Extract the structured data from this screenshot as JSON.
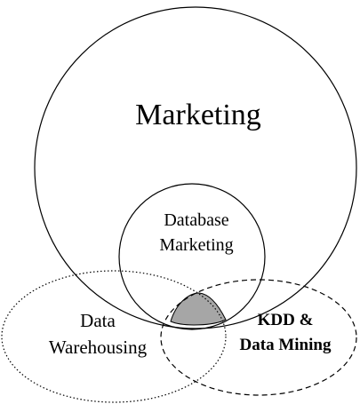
{
  "labels": {
    "marketing": "Marketing",
    "database_line1": "Database",
    "database_line2": "Marketing",
    "warehouse_line1": "Data",
    "warehouse_line2": "Warehousing",
    "kdd_line1": "KDD &",
    "kdd_line2": "Data Mining"
  },
  "colors": {
    "stroke": "#000000",
    "intersection_fill": "#a6a6a6",
    "background": "#ffffff"
  }
}
